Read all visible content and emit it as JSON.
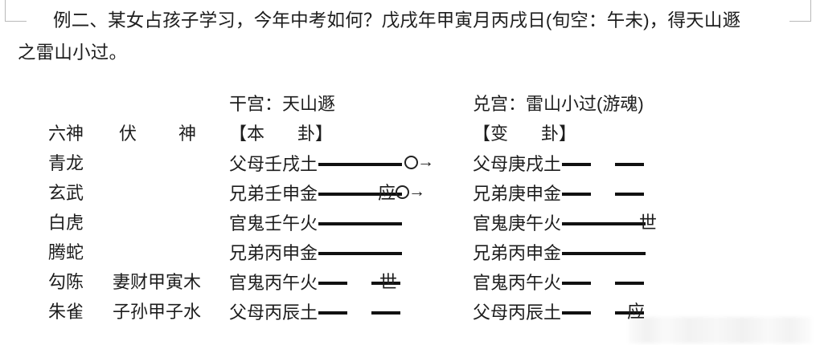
{
  "document": {
    "intro_line1": "例二、某女占孩子学习，今年中考如何？戊戌年甲寅月丙戌日(旬空：午未)，得天山遯",
    "intro_line2": "之雷山小过。"
  },
  "chart": {
    "palace_left": "干宫：天山遯",
    "palace_right": "兑宫：雷山小过(游魂)",
    "header": {
      "col_spirit": "六神",
      "col_hidden_a": "伏",
      "col_hidden_b": "神",
      "bracket_left_a": "【本",
      "bracket_left_b": "卦】",
      "bracket_right_a": "【变",
      "bracket_right_b": "卦】"
    },
    "rows": [
      {
        "spirit": "青龙",
        "hidden": "",
        "left": {
          "label": "父母壬戌土",
          "line": "yang",
          "marker": "",
          "moving": true
        },
        "right": {
          "label": "父母庚戌土",
          "line": "yin",
          "marker": ""
        }
      },
      {
        "spirit": "玄武",
        "hidden": "",
        "left": {
          "label": "兄弟壬申金",
          "line": "yang",
          "marker": "应",
          "moving": true
        },
        "right": {
          "label": "兄弟庚申金",
          "line": "yin",
          "marker": ""
        }
      },
      {
        "spirit": "白虎",
        "hidden": "",
        "left": {
          "label": "官鬼壬午火",
          "line": "yang",
          "marker": "",
          "moving": false
        },
        "right": {
          "label": "官鬼庚午火",
          "line": "yang",
          "marker": "世"
        }
      },
      {
        "spirit": "腾蛇",
        "hidden": "",
        "left": {
          "label": "兄弟丙申金",
          "line": "yang",
          "marker": "",
          "moving": false
        },
        "right": {
          "label": "兄弟丙申金",
          "line": "yang",
          "marker": ""
        }
      },
      {
        "spirit": "勾陈",
        "hidden": "妻财甲寅木",
        "left": {
          "label": "官鬼丙午火",
          "line": "yin",
          "marker": "世",
          "moving": false
        },
        "right": {
          "label": "官鬼丙午火",
          "line": "yin",
          "marker": ""
        }
      },
      {
        "spirit": "朱雀",
        "hidden": "子孙甲子水",
        "left": {
          "label": "父母丙辰土",
          "line": "yin",
          "marker": "",
          "moving": false
        },
        "right": {
          "label": "父母丙辰土",
          "line": "yin",
          "marker": "应"
        }
      }
    ]
  }
}
